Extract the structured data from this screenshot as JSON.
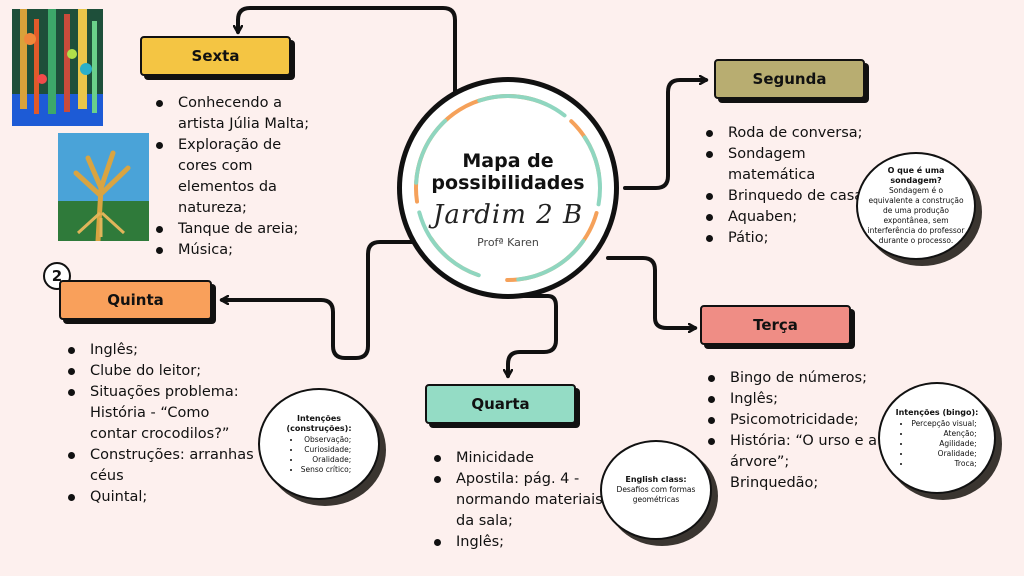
{
  "center": {
    "title_line1": "Mapa de",
    "title_line2": "possibilidades",
    "class_name": "Jardim 2 B",
    "teacher": "Profª Karen"
  },
  "badge": "2",
  "colors": {
    "sexta": "#f4c543",
    "segunda": "#b8ad71",
    "quinta": "#f9a05b",
    "terca": "#ef8d85",
    "quarta": "#94dcc5"
  },
  "days": {
    "sexta": {
      "label": "Sexta",
      "items": [
        "Conhecendo a artista Júlia Malta;",
        "Exploração de cores com elementos da natureza;",
        "Tanque de areia;",
        "Música;"
      ]
    },
    "segunda": {
      "label": "Segunda",
      "items": [
        "Roda de conversa;",
        "Sondagem matemática",
        "Brinquedo de casa;",
        "Aquaben;",
        "Pátio;"
      ]
    },
    "quinta": {
      "label": "Quinta",
      "items": [
        "Inglês;",
        "Clube do leitor;",
        "Situações problema: História - “Como contar crocodilos?”",
        "Construções: arranhas céus",
        "Quintal;"
      ]
    },
    "terca": {
      "label": "Terça",
      "items": [
        "Bingo de números;",
        "Inglês;",
        "Psicomotricidade;",
        "História: “O urso e a árvore”;",
        "Brinquedão;"
      ]
    },
    "quarta": {
      "label": "Quarta",
      "items": [
        "Minicidade",
        "Apostila: pág. 4 - normando materiais da sala;",
        "Inglês;"
      ]
    }
  },
  "notes": {
    "sondagem": {
      "title": "O que é uma sondagem?",
      "text": "Sondagem é o equivalente a construção de uma produção expontânea, sem interferência do professor durante o processo."
    },
    "construcoes": {
      "title": "Intenções (construções):",
      "items": [
        "Observação;",
        "Curiosidade;",
        "Oralidade;",
        "Senso crítico;"
      ]
    },
    "english": {
      "title": "English class:",
      "text": "Desafios com formas geométricas"
    },
    "bingo": {
      "title": "Intenções (bingo):",
      "items": [
        "Percepção visual;",
        "Atenção;",
        "Agilidade;",
        "Oralidade;",
        "Troca;"
      ]
    }
  }
}
